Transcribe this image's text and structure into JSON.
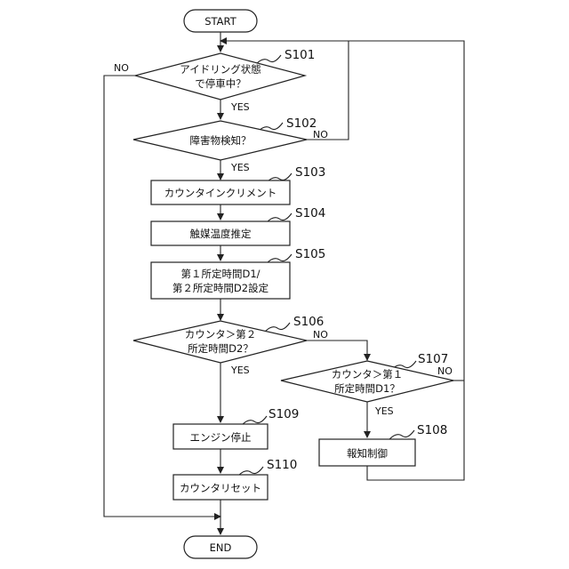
{
  "terminals": {
    "start": "START",
    "end": "END"
  },
  "steps": {
    "s101": {
      "id": "S101",
      "lines": [
        "アイドリング状態",
        "で停車中？"
      ]
    },
    "s102": {
      "id": "S102",
      "lines": [
        "障害物検知？"
      ]
    },
    "s103": {
      "id": "S103",
      "lines": [
        "カウンタインクリメント"
      ]
    },
    "s104": {
      "id": "S104",
      "lines": [
        "触媒温度推定"
      ]
    },
    "s105": {
      "id": "S105",
      "lines": [
        "第１所定時間D1/",
        "第２所定時間D2設定"
      ]
    },
    "s106": {
      "id": "S106",
      "lines": [
        "カウンタ＞第２",
        "所定時間D2？"
      ]
    },
    "s107": {
      "id": "S107",
      "lines": [
        "カウンタ＞第１",
        "所定時間D1？"
      ]
    },
    "s108": {
      "id": "S108",
      "lines": [
        "報知制御"
      ]
    },
    "s109": {
      "id": "S109",
      "lines": [
        "エンジン停止"
      ]
    },
    "s110": {
      "id": "S110",
      "lines": [
        "カウンタリセット"
      ]
    }
  },
  "branch_labels": {
    "s101_no": "NO",
    "s101_yes": "YES",
    "s102_no": "NO",
    "s102_yes": "YES",
    "s106_no": "NO",
    "s106_yes": "YES",
    "s107_no": "NO",
    "s107_yes": "YES"
  }
}
